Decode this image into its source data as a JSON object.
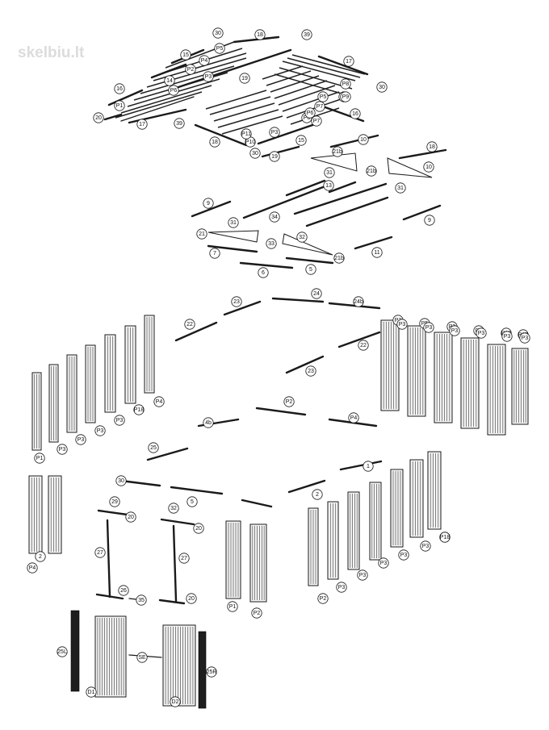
{
  "watermark": "skelbiu.lt",
  "labels": {
    "roof": [
      "30",
      "18",
      "39",
      "15",
      "P5",
      "17",
      "14",
      "P4",
      "19",
      "30",
      "P6",
      "P2",
      "16",
      "P1",
      "P3",
      "P7",
      "P8",
      "P9",
      "20",
      "17",
      "39",
      "18",
      "P8",
      "P9",
      "16",
      "P10",
      "30",
      "15",
      "19",
      "P11",
      "P3",
      "P5",
      "P6",
      "P7"
    ],
    "frame": [
      "21b",
      "10",
      "18",
      "31",
      "13",
      "21b",
      "10",
      "9",
      "31",
      "21",
      "34",
      "33",
      "32",
      "7",
      "6",
      "5",
      "21b",
      "11",
      "9",
      "31"
    ],
    "walls": [
      "22",
      "23",
      "24",
      "24b",
      "22",
      "23",
      "P1",
      "P3",
      "P3",
      "P3",
      "P3",
      "P18",
      "P4",
      "P3",
      "P5",
      "P3",
      "P3",
      "P18",
      "P17",
      "P3",
      "P3",
      "P3",
      "P3",
      "P3",
      "P3",
      "P2",
      "P4",
      "4b",
      "25",
      "1",
      "2",
      "2",
      "1"
    ],
    "front": [
      "30",
      "29",
      "20",
      "5",
      "32",
      "20",
      "27",
      "27",
      "26",
      "35",
      "20",
      "P1",
      "P2",
      "P4",
      "P17",
      "P2",
      "P3",
      "P3",
      "P3",
      "P3",
      "P3",
      "P18",
      "25L",
      "D1",
      "SE",
      "D2",
      "25R"
    ]
  }
}
